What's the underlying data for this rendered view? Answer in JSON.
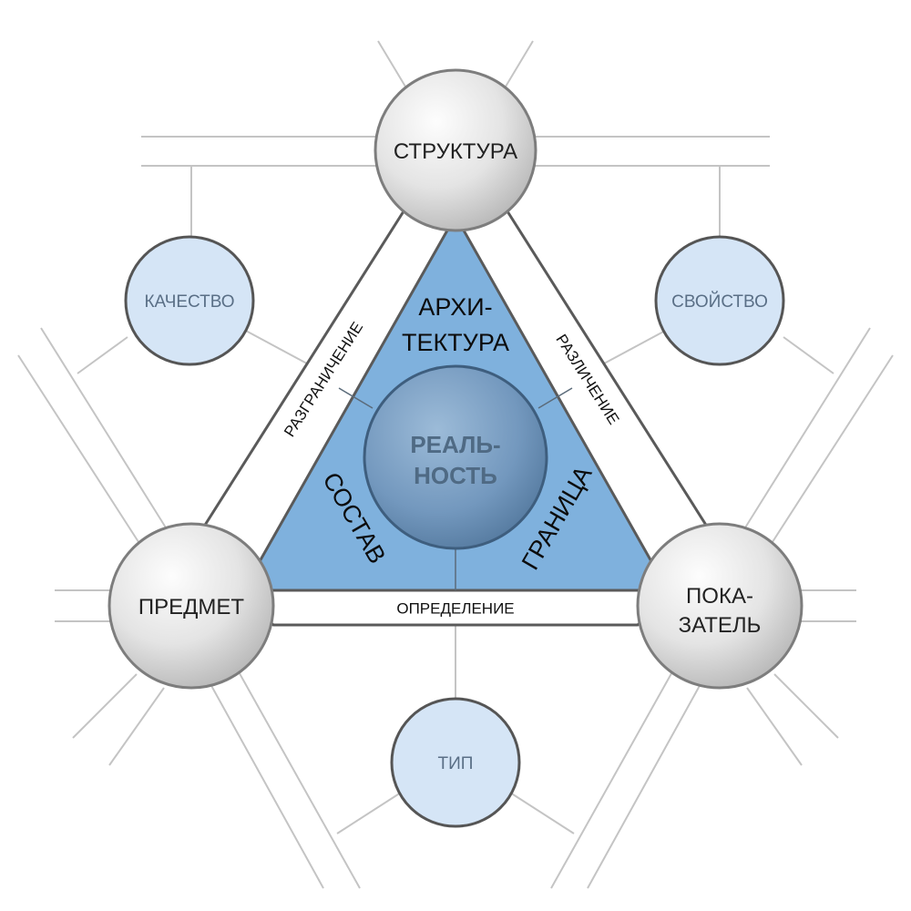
{
  "nodes": {
    "top": "СТРУКТУРА",
    "left": "ПРЕДМЕТ",
    "right": [
      "ПОКА-",
      "ЗАТЕЛЬ"
    ]
  },
  "aspects": {
    "upper_left": "КАЧЕСТВО",
    "upper_right": "СВОЙСТВО",
    "bottom": "ТИП"
  },
  "bands": {
    "left": "РАЗГРАНИЧЕНИЕ",
    "right": "РАЗЛИЧЕНИЕ",
    "bottom": "ОПРЕДЕЛЕНИЕ"
  },
  "faces": {
    "top": [
      "АРХИ-",
      "ТЕКТУРА"
    ],
    "left": "СОСТАВ",
    "right": "ГРАНИЦА"
  },
  "core": [
    "РЕАЛЬ-",
    "НОСТЬ"
  ],
  "colors": {
    "triangle_fill": "#7fb1dd",
    "aspect_fill": "#d5e5f6",
    "node_fill": "#e6e6e6",
    "core_fill": "#6f93b7",
    "line": "#bdbdbd",
    "outline": "#555555"
  }
}
